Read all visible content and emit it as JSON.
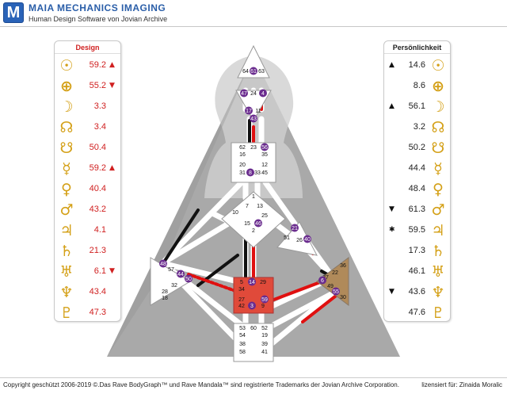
{
  "app": {
    "logo_letter": "M",
    "title": "MAIA MECHANICS IMAGING",
    "subtitle": "Human Design Software von Jovian Archive"
  },
  "design_panel": {
    "header": "Design",
    "rows": [
      {
        "glyph": "☉",
        "icon": "sun-icon",
        "value": "59.2",
        "mark": "▲"
      },
      {
        "glyph": "⊕",
        "icon": "earth-icon",
        "value": "55.2",
        "mark": "▼"
      },
      {
        "glyph": "☽",
        "icon": "moon-icon",
        "value": "3.3",
        "mark": ""
      },
      {
        "glyph": "☊",
        "icon": "north-node-icon",
        "value": "3.4",
        "mark": ""
      },
      {
        "glyph": "☋",
        "icon": "south-node-icon",
        "value": "50.4",
        "mark": ""
      },
      {
        "glyph": "☿",
        "icon": "mercury-icon",
        "value": "59.2",
        "mark": "▲"
      },
      {
        "glyph": "♀",
        "icon": "venus-icon",
        "value": "40.4",
        "mark": ""
      },
      {
        "glyph": "♂",
        "icon": "mars-icon",
        "value": "43.2",
        "mark": ""
      },
      {
        "glyph": "♃",
        "icon": "jupiter-icon",
        "value": "4.1",
        "mark": ""
      },
      {
        "glyph": "♄",
        "icon": "saturn-icon",
        "value": "21.3",
        "mark": ""
      },
      {
        "glyph": "♅",
        "icon": "uranus-icon",
        "value": "6.1",
        "mark": "▼"
      },
      {
        "glyph": "♆",
        "icon": "neptune-icon",
        "value": "43.4",
        "mark": ""
      },
      {
        "glyph": "♇",
        "icon": "pluto-icon",
        "value": "47.3",
        "mark": ""
      }
    ]
  },
  "personality_panel": {
    "header": "Persönlichkeit",
    "rows": [
      {
        "glyph": "☉",
        "icon": "sun-icon",
        "value": "14.6",
        "mark": "▲"
      },
      {
        "glyph": "⊕",
        "icon": "earth-icon",
        "value": "8.6",
        "mark": ""
      },
      {
        "glyph": "☽",
        "icon": "moon-icon",
        "value": "56.1",
        "mark": "▲"
      },
      {
        "glyph": "☊",
        "icon": "north-node-icon",
        "value": "3.2",
        "mark": ""
      },
      {
        "glyph": "☋",
        "icon": "south-node-icon",
        "value": "50.2",
        "mark": ""
      },
      {
        "glyph": "☿",
        "icon": "mercury-icon",
        "value": "44.4",
        "mark": ""
      },
      {
        "glyph": "♀",
        "icon": "venus-icon",
        "value": "48.4",
        "mark": ""
      },
      {
        "glyph": "♂",
        "icon": "mars-icon",
        "value": "61.3",
        "mark": "▼"
      },
      {
        "glyph": "♃",
        "icon": "jupiter-icon",
        "value": "59.5",
        "mark": "✱"
      },
      {
        "glyph": "♄",
        "icon": "saturn-icon",
        "value": "17.3",
        "mark": ""
      },
      {
        "glyph": "♅",
        "icon": "uranus-icon",
        "value": "46.1",
        "mark": ""
      },
      {
        "glyph": "♆",
        "icon": "neptune-icon",
        "value": "43.6",
        "mark": "▼"
      },
      {
        "glyph": "♇",
        "icon": "pluto-icon",
        "value": "47.6",
        "mark": ""
      }
    ]
  },
  "bodygraph": {
    "gates": {
      "head": [
        "64",
        "61",
        "63"
      ],
      "ajna": [
        "47",
        "24",
        "4",
        "17",
        "11",
        "43"
      ],
      "throat": [
        "62",
        "23",
        "56",
        "16",
        "35",
        "20",
        "12",
        "31",
        "8",
        "33",
        "45"
      ],
      "g": [
        "1",
        "7",
        "13",
        "10",
        "15",
        "46",
        "2",
        "25"
      ],
      "heart": [
        "21",
        "51",
        "26",
        "40"
      ],
      "spleen": [
        "48",
        "57",
        "44",
        "50",
        "32",
        "28",
        "18"
      ],
      "sacral": [
        "5",
        "14",
        "29",
        "34",
        "27",
        "59",
        "42",
        "3",
        "9"
      ],
      "solar": [
        "36",
        "22",
        "37",
        "6",
        "49",
        "55",
        "30"
      ],
      "root": [
        "53",
        "60",
        "52",
        "54",
        "19",
        "38",
        "39",
        "58",
        "41"
      ]
    },
    "activated_gates": [
      "61",
      "47",
      "4",
      "17",
      "43",
      "56",
      "8",
      "46",
      "21",
      "40",
      "48",
      "44",
      "50",
      "14",
      "59",
      "3",
      "6",
      "55"
    ],
    "colors": {
      "defined_sacral": "#e04a3a",
      "defined_solar": "#b08a5a",
      "design_channel": "#e01010",
      "personality_channel": "#111111",
      "gate_badge": "#6a2c8e"
    }
  },
  "footer": {
    "copyright": "Copyright geschützt 2006-2019 ©.Das Rave BodyGraph™ und Rave Mandala™ sind registrierte Trademarks der Jovian Archive Corporation.",
    "license": "lizensiert für: Zinaida Moralic"
  }
}
